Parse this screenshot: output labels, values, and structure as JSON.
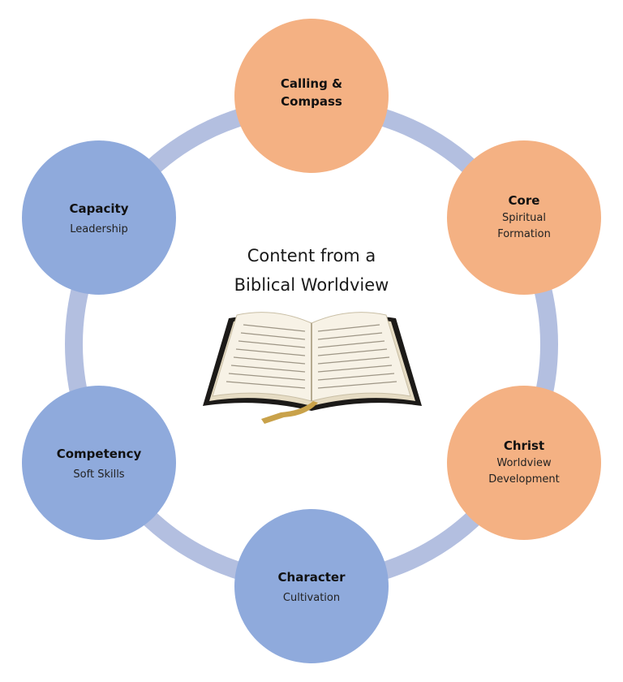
{
  "colors": {
    "orange": "#f4b183",
    "blue": "#8faadc",
    "ring": "#b3bfe0"
  },
  "center": {
    "line1": "Content from a",
    "line2": "Biblical Worldview",
    "icon": "open-bible-icon"
  },
  "nodes": [
    {
      "key": "calling",
      "color": "orange",
      "title": [
        "Calling &",
        "Compass"
      ],
      "subtitle": []
    },
    {
      "key": "core",
      "color": "orange",
      "title": [
        "Core"
      ],
      "subtitle": [
        "Spiritual",
        "Formation"
      ]
    },
    {
      "key": "christ",
      "color": "orange",
      "title": [
        "Christ"
      ],
      "subtitle": [
        "Worldview",
        "Development"
      ]
    },
    {
      "key": "character",
      "color": "blue",
      "title": [
        "Character"
      ],
      "subtitle": [
        "Cultivation"
      ]
    },
    {
      "key": "competency",
      "color": "blue",
      "title": [
        "Competency"
      ],
      "subtitle": [
        "Soft Skills"
      ]
    },
    {
      "key": "capacity",
      "color": "blue",
      "title": [
        "Capacity"
      ],
      "subtitle": [
        "Leadership"
      ]
    }
  ]
}
